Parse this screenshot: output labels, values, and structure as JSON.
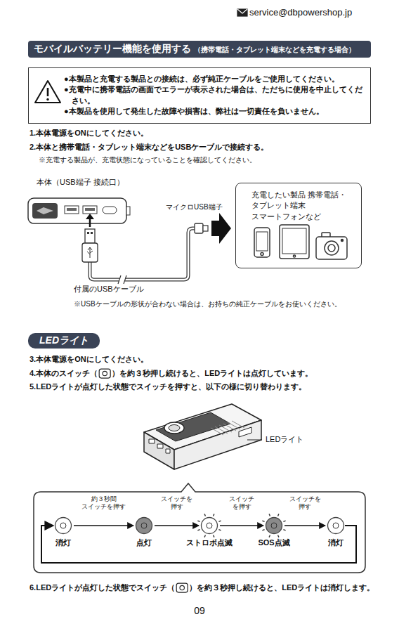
{
  "diagram": {
    "nodes": [
      {
        "text": [
          "モバイルバッテリー機能を使用する",
          "（携帯電話・タブレット端末などを充電する場合）"
        ]
      },
      {
        "text": [
          "●本製品と充電する製品との接続は、必ず純正ケーブルをご使用してください。",
          "●充電中に携帯電話の画面でエラーが表示された場合は、ただちに使用を中止してください。",
          "●本製品を使用して発生した故障や損害は、弊社は一切責任を負いません。"
        ]
      },
      {
        "text": [
          "充電したい製品 携帯電話・タブレット端末 スマートフォンなど"
        ]
      },
      {
        "text": [
          "LEDライト"
        ]
      },
      {
        "text": [
          "消灯"
        ]
      },
      {
        "text": [
          "点灯"
        ]
      },
      {
        "text": [
          "ストロボ点滅"
        ]
      },
      {
        "text": [
          "SOS点滅"
        ]
      },
      {
        "text": [
          "消灯"
        ]
      }
    ],
    "edges": [
      {
        "from": 4,
        "to": 5,
        "arrow": "to",
        "label": "約３秒間 スイッチを押す"
      },
      {
        "from": 5,
        "to": 6,
        "arrow": "to",
        "label": "スイッチを 押す"
      },
      {
        "from": 6,
        "to": 7,
        "arrow": "to",
        "label": "スイッチ を押す"
      },
      {
        "from": 7,
        "to": 8,
        "arrow": "to",
        "label": "スイッチを 押す"
      },
      {
        "from": 8,
        "to": 4,
        "arrow": "to"
      }
    ],
    "labels": [
      "service@dbpowershop.jp",
      "1.本体電源をONにしてください。",
      "2.本体と携帯電話・タブレット端末などをUSBケーブルで接続する。",
      "※充電する製品が、充電状態になっていることを確認してください。",
      "本体（USB端子 接続口）",
      "マイクロUSB端子",
      "付属のUSBケーブル",
      "※USBケーブルの形状が合わない場合は、お持ちの純正ケーブルをお使いください。",
      "3.本体電源をONにしてください。",
      "4.本体のスイッチ（",
      "）を約３秒押し続けると、LEDライトは点灯しています。",
      "5.LEDライトが点灯した状態でスイッチを押すと、以下の様に切り替わります。",
      "LEDライト",
      "6.LEDライトが点灯した状態でスイッチ（",
      "）を約３秒押し続けると、LEDライトは消灯します。",
      "09"
    ]
  }
}
